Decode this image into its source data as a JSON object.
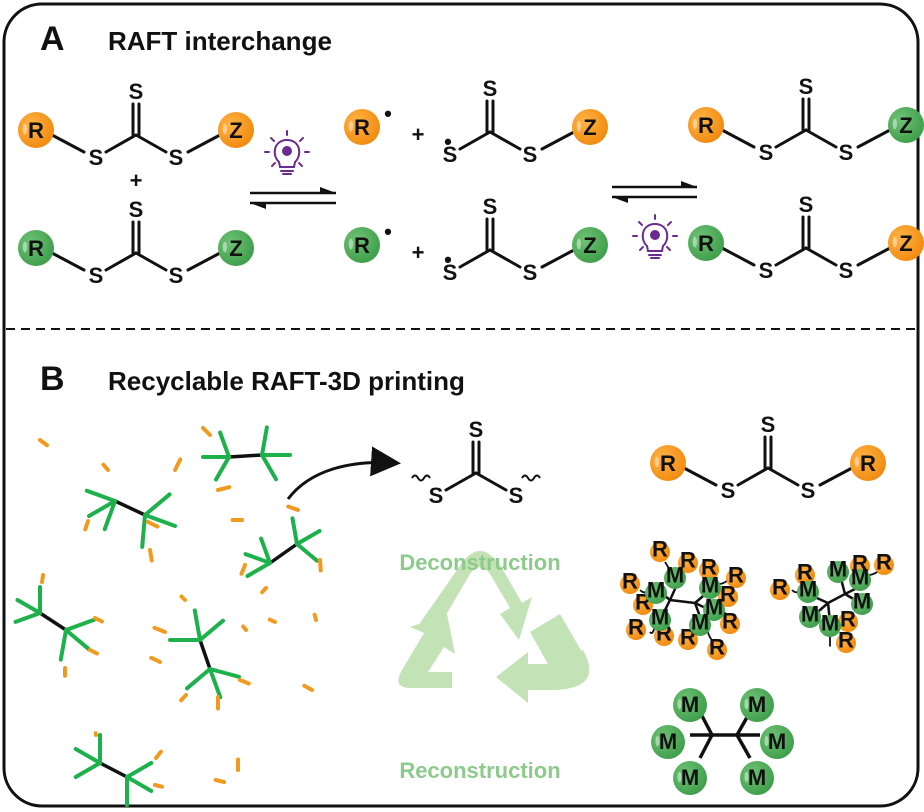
{
  "panel_a": {
    "letter": "A",
    "title": "RAFT interchange",
    "atom_s": "S",
    "plus": "+",
    "radical_dot": "•",
    "r_label": "R",
    "z_label": "Z",
    "reactants": [
      {
        "r_color": "orange",
        "z_color": "orange"
      },
      {
        "r_color": "green",
        "z_color": "green"
      }
    ],
    "intermediates": [
      {
        "r_color": "orange",
        "z_color": "orange"
      },
      {
        "r_color": "green",
        "z_color": "green"
      }
    ],
    "products": [
      {
        "r_color": "orange",
        "z_color": "green"
      },
      {
        "r_color": "green",
        "z_color": "orange"
      }
    ],
    "stimulus": "light-bulb-icon"
  },
  "panel_b": {
    "letter": "B",
    "title": "Recyclable RAFT-3D printing",
    "deconstruction_label": "Deconstruction",
    "reconstruction_label": "Reconstruction",
    "r_label": "R",
    "m_label": "M",
    "crosslinker": "R-S-C(=S)-S-R",
    "network": "crosslinked-polymer-network"
  },
  "colors": {
    "orange": "#F7931E",
    "green": "#4CAF5A",
    "chain_blue": "#5B87B8",
    "chain_orange": "#F29A1F",
    "arm_green": "#1DB14B",
    "bulb_purple": "#6B2C91",
    "recycle_green": "#B9DFAA",
    "recycle_text": "#8CCB8A"
  }
}
